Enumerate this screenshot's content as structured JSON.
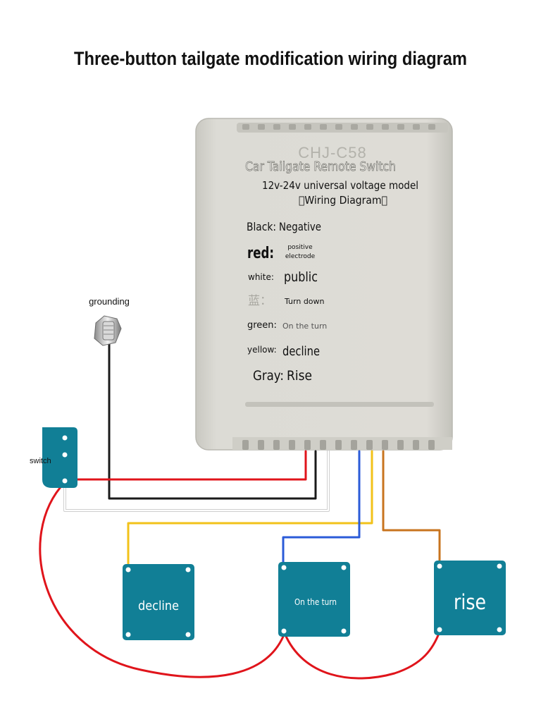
{
  "title": "Three-button tailgate modification wiring diagram",
  "module": {
    "model_code": "CHJ-C58",
    "name": "Car Tailgate Remote Switch",
    "voltage": "12v-24v universal voltage model",
    "subtitle": "\u0000Wiring Diagram\u0000",
    "wires": [
      {
        "key": "Black:",
        "value": "Negative"
      },
      {
        "key": "red:",
        "value": "positive electrode",
        "value_line1": "positive",
        "value_line2": "electrode"
      },
      {
        "key": "white:",
        "value": "public"
      },
      {
        "key": "蓝：",
        "value": "Turn down"
      },
      {
        "key": "green:",
        "value": "On the turn"
      },
      {
        "key": "yellow:",
        "value": "decline"
      },
      {
        "key": "Gray:",
        "value": "Rise"
      }
    ]
  },
  "grounding_label": "grounding",
  "switch_label": "switch",
  "buttons": {
    "decline": "decline",
    "on_the_turn": "On the turn",
    "rise": "rise"
  },
  "colors": {
    "module_body": "#dad9d2",
    "button_teal": "#117f96",
    "wire_red": "#e0141b",
    "wire_black": "#1a1a1a",
    "wire_white": "#e6e6e6",
    "wire_yellow": "#f2c21a",
    "wire_blue": "#2b5bd8",
    "wire_orange": "#c8741f"
  }
}
